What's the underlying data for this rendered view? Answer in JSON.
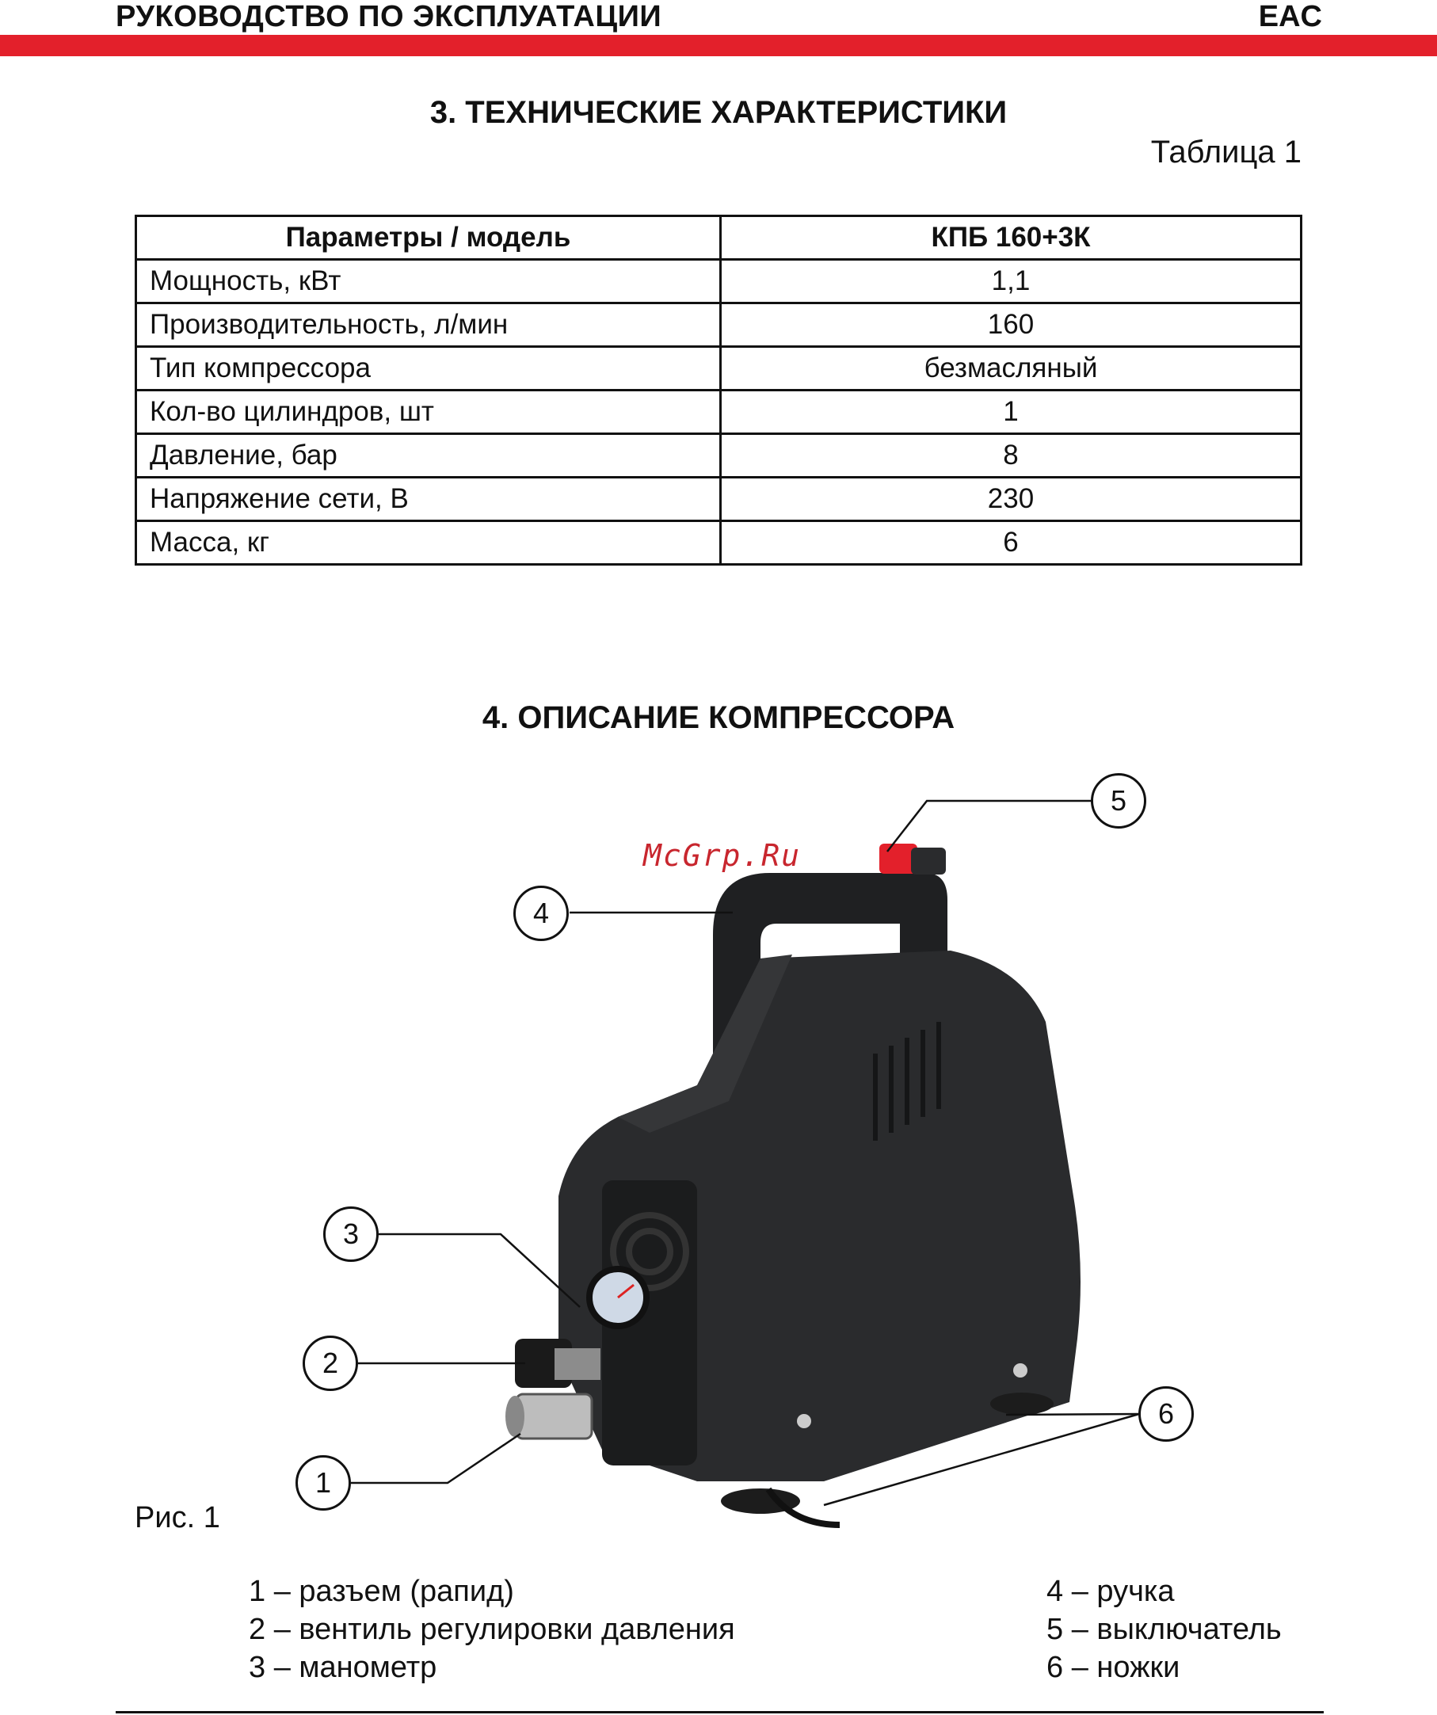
{
  "header": {
    "title": "РУКОВОДСТВО ПО ЭКСПЛУАТАЦИИ",
    "mark": "EAC"
  },
  "section3": {
    "title": "3. ТЕХНИЧЕСКИЕ ХАРАКТЕРИСТИКИ",
    "table_label": "Таблица 1",
    "columns": [
      "Параметры / модель",
      "КПБ 160+3К"
    ],
    "rows": [
      [
        "Мощность, кВт",
        "1,1"
      ],
      [
        "Производительность, л/мин",
        "160"
      ],
      [
        "Тип компрессора",
        "безмасляный"
      ],
      [
        "Кол-во цилиндров, шт",
        "1"
      ],
      [
        "Давление, бар",
        "8"
      ],
      [
        "Напряжение сети, В",
        "230"
      ],
      [
        "Масса, кг",
        "6"
      ]
    ]
  },
  "section4": {
    "title": "4. ОПИСАНИЕ КОМПРЕССОРА",
    "watermark": "McGrp.Ru",
    "figure_caption": "Рис. 1",
    "callouts": [
      "1",
      "2",
      "3",
      "4",
      "5",
      "6"
    ],
    "legend_left": [
      "1 – разъем (рапид)",
      "2 – вентиль регулировки давления",
      "3 – манометр"
    ],
    "legend_right": [
      "4 – ручка",
      "5 – выключатель",
      "6 – ножки"
    ]
  },
  "colors": {
    "accent_red": "#e3202b",
    "body_dark": "#2a2b2d"
  }
}
